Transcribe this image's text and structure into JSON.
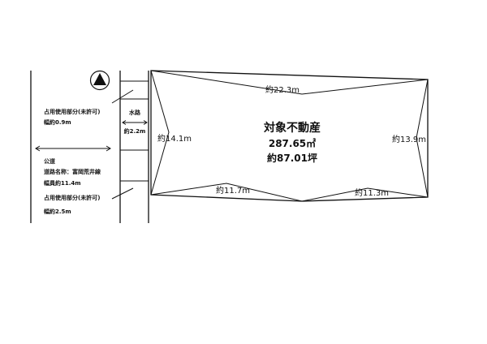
{
  "property": {
    "title": "対象不動産",
    "area_sqm": "287.65㎡",
    "area_tsubo": "約87.01坪"
  },
  "dimensions": {
    "top": "約22.3m",
    "left": "約14.1m",
    "right": "約13.9m",
    "bottom_left": "約11.7m",
    "bottom_right": "約11.3m"
  },
  "waterway": {
    "label": "水路",
    "width": "約2.2m"
  },
  "road": {
    "label": "公道",
    "name": "道路名称：富岡荒井線",
    "width": "幅員約11.4m"
  },
  "occupied_upper": {
    "label": "占用使用部分(未許可)",
    "width": "幅約0.9m"
  },
  "occupied_lower": {
    "label": "占用使用部分(未許可)",
    "width": "幅約2.5m"
  },
  "compass": {
    "icon": "north-arrow-icon"
  }
}
